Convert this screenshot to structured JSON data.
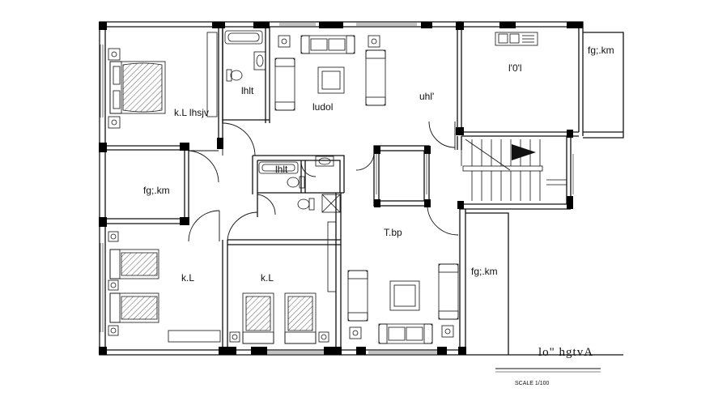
{
  "drawing": {
    "title": "lo\" hgtvA",
    "scale_label": "SCALE 1/100",
    "wall_color": "#000000",
    "line_color": "#111111"
  },
  "rooms": {
    "master_bed": "k.L lhsjv",
    "wc_top": "lhlt",
    "lounge": "ludol",
    "hall": "uhl'",
    "kitchen": "l'0'l",
    "balcony_top": "fg;.km",
    "balcony_left": "fg;.km",
    "wc_mid": "lhlt",
    "dining": "T.bp",
    "bed_left": "k.L",
    "bed_mid": "k.L",
    "balcony_right": "fg;.km"
  },
  "icons": [
    "bed-icon",
    "sofa-icon",
    "armchair-icon",
    "table-icon",
    "lamp-icon",
    "toilet-icon",
    "basin-icon",
    "bathtub-icon",
    "sink-icon",
    "stair-arrow-icon",
    "door-swing-icon"
  ]
}
